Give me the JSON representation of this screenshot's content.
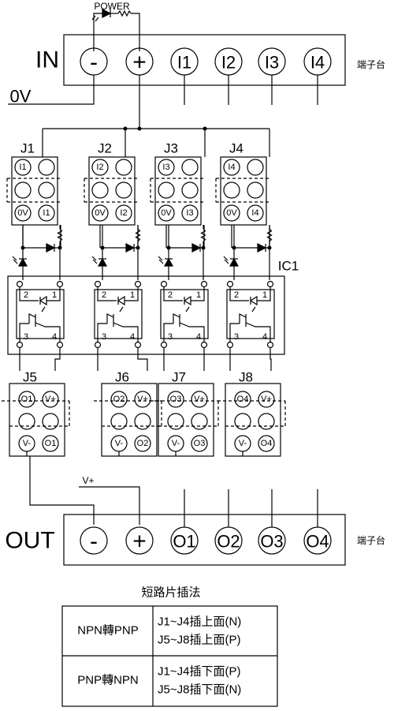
{
  "power_label": "POWER",
  "in_label": "IN",
  "out_label": "OUT",
  "zero_v_label": "0V",
  "v_plus_label": "V+",
  "ic_label": "IC1",
  "terminal_block_label": "端子台",
  "in_terminals": [
    "-",
    "+",
    "I1",
    "I2",
    "I3",
    "I4"
  ],
  "out_terminals": [
    "-",
    "+",
    "O1",
    "O2",
    "O3",
    "O4"
  ],
  "input_jumpers": [
    {
      "name": "J1",
      "top": "I1",
      "bottom_left": "0V",
      "bottom_right": "I1"
    },
    {
      "name": "J2",
      "top": "I2",
      "bottom_left": "0V",
      "bottom_right": "I2"
    },
    {
      "name": "J3",
      "top": "I3",
      "bottom_left": "0V",
      "bottom_right": "I3"
    },
    {
      "name": "J4",
      "top": "I4",
      "bottom_left": "0V",
      "bottom_right": "I4"
    }
  ],
  "output_jumpers": [
    {
      "name": "J5",
      "top_left": "O1",
      "top_right": "V+",
      "bottom_left": "V-",
      "bottom_right": "O1"
    },
    {
      "name": "J6",
      "top_left": "O2",
      "top_right": "V+",
      "bottom_left": "V-",
      "bottom_right": "O2"
    },
    {
      "name": "J7",
      "top_left": "O3",
      "top_right": "V+",
      "bottom_left": "V-",
      "bottom_right": "O3"
    },
    {
      "name": "J8",
      "top_left": "O4",
      "top_right": "V+",
      "bottom_left": "V-",
      "bottom_right": "O4"
    }
  ],
  "optocoupler_pins": [
    "2",
    "1",
    "3",
    "4"
  ],
  "table": {
    "title": "短路片插法",
    "rows": [
      {
        "mode": "NPN轉PNP",
        "line1": "J1~J4插上面(N)",
        "line2": "J5~J8插上面(P)"
      },
      {
        "mode": "PNP轉NPN",
        "line1": "J1~J4插下面(P)",
        "line2": "J5~J8插下面(N)"
      }
    ]
  }
}
